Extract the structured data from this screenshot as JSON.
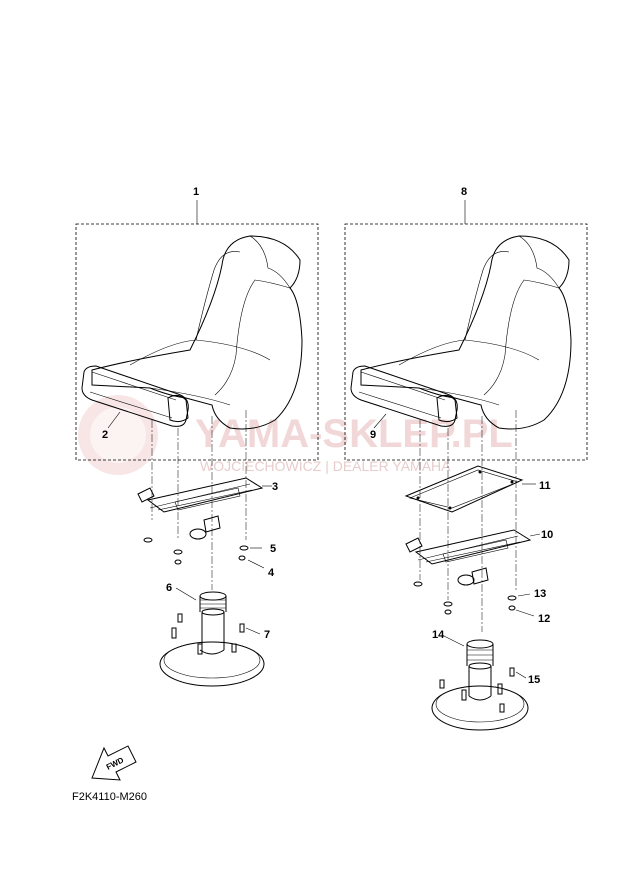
{
  "watermark": {
    "brand": "YAMA-SKLEP.PL",
    "dealer": "WOJCIECHOWICZ | DEALER YAMAHA"
  },
  "diagram_code": "F2K4110-M260",
  "fwd_label": "FWD",
  "callouts": {
    "c1": "1",
    "c2": "2",
    "c3": "3",
    "c4": "4",
    "c5": "5",
    "c6": "6",
    "c7": "7",
    "c8": "8",
    "c9": "9",
    "c10": "10",
    "c11": "11",
    "c12": "12",
    "c13": "13",
    "c14": "14",
    "c15": "15"
  }
}
